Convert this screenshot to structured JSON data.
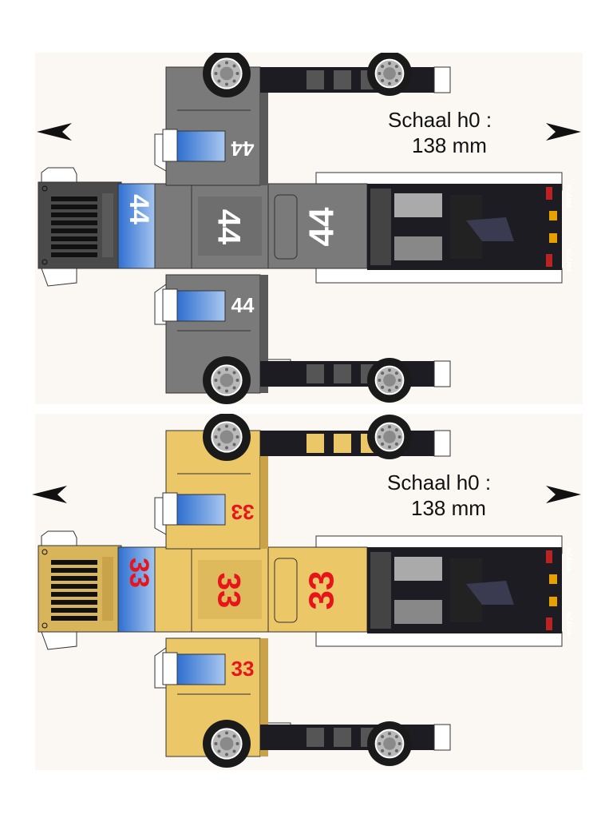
{
  "models": [
    {
      "id": "gray",
      "body_color": "#7a7a7a",
      "body_dark": "#5a5a5a",
      "grille_color": "#4a4a4a",
      "number_color": "#ffffff",
      "front_number_color": "#ffffff",
      "brand": "SCANIA",
      "numbers": {
        "front": "44",
        "roof": "44",
        "back": "44",
        "side_top": "44",
        "side_bottom": "44"
      },
      "scale_line1": "Schaal h0 :",
      "scale_line2": "138 mm",
      "rear_brand_top": "SCANIA",
      "rear_brand_bottom": "SCANIA"
    },
    {
      "id": "yellow",
      "body_color": "#ecc767",
      "body_dark": "#c9a24a",
      "grille_color": "#d8b45a",
      "number_color": "#e8141c",
      "front_number_color": "#e8141c",
      "brand": "SCANIA",
      "numbers": {
        "front": "33",
        "roof": "33",
        "back": "33",
        "side_top": "33",
        "side_bottom": "33"
      },
      "scale_line1": "Schaal h0 :",
      "scale_line2": "138 mm",
      "rear_brand_top": "SCANIA",
      "rear_brand_bottom": "SCANIA"
    }
  ],
  "colors": {
    "window_blue": "#2f6fd0",
    "window_light": "#a9c8f0",
    "chassis": "#1c1c22",
    "tire": "#1a1a1a",
    "rim": "#b9b9b9",
    "tab": "#ffffff"
  },
  "icons": [
    "arrow-left-icon",
    "arrow-right-icon",
    "wheel-icon"
  ]
}
